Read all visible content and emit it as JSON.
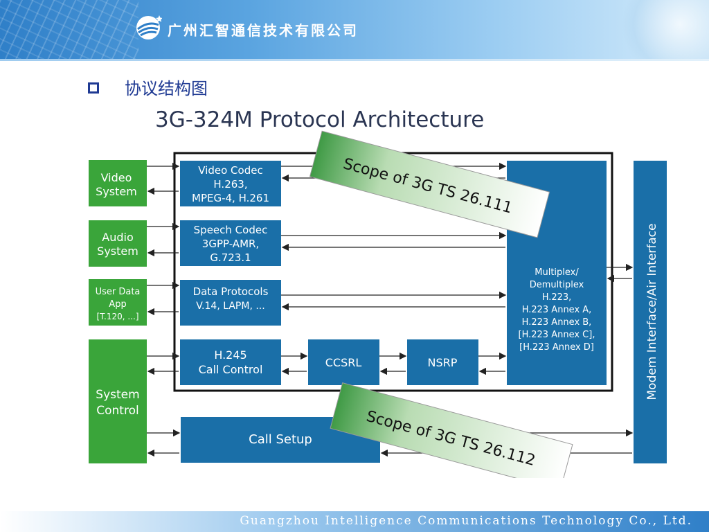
{
  "header": {
    "company_name": "广州汇智通信技术有限公司"
  },
  "slide": {
    "title": "协议结构图"
  },
  "diagram": {
    "title": "3G-324M  Protocol Architecture",
    "left_blocks": {
      "video": [
        "Video",
        "System"
      ],
      "audio": [
        "Audio",
        "System"
      ],
      "user_data": [
        "User Data",
        "App",
        "[T.120, ...]"
      ],
      "system_control": [
        "System",
        "Control"
      ]
    },
    "codecs": {
      "video_codec": [
        "Video Codec",
        "H.263,",
        "MPEG-4, H.261"
      ],
      "speech_codec": [
        "Speech Codec",
        "3GPP-AMR,",
        "G.723.1"
      ],
      "data_protocols": [
        "Data Protocols",
        "V.14, LAPM, ..."
      ],
      "h245": [
        "H.245",
        "Call Control"
      ]
    },
    "ccsrl": "CCSRL",
    "nsrp": "NSRP",
    "multiplex": [
      "Multiplex/",
      "Demultiplex",
      "H.223,",
      "H.223 Annex A,",
      "H.223 Annex B,",
      "[H.223 Annex C],",
      "[H.223 Annex D]"
    ],
    "modem": "Modem Interface/Air Interface",
    "call_setup": "Call Setup",
    "scope_111": "Scope of 3G TS 26.111",
    "scope_112": "Scope of 3G TS 26.112"
  },
  "footer": {
    "text": "Guangzhou  Intelligence  Communications  Technology  Co.,  Ltd."
  },
  "colors": {
    "blue_block": "#1a6fa8",
    "green_block": "#3aa53a",
    "title_blue": "#1f3a93"
  }
}
